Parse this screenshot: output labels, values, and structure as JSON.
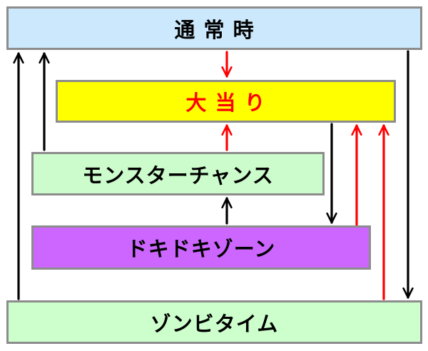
{
  "nodes": {
    "normal": {
      "label": "通 常 時",
      "fill": "#cce8fc",
      "text_color": "#000000"
    },
    "bonus": {
      "label": "大 当 り",
      "fill": "#ffff00",
      "text_color": "#ff0000"
    },
    "monster": {
      "label": "モンスターチャンス",
      "fill": "#ccfccc",
      "text_color": "#000000"
    },
    "doki": {
      "label": "ドキドキゾーン",
      "fill": "#cc66ff",
      "text_color": "#000000"
    },
    "zombie": {
      "label": "ゾンビタイム",
      "fill": "#ccffcc",
      "text_color": "#000000"
    }
  },
  "edges": [
    {
      "from": "normal",
      "to": "bonus",
      "color": "#ff0000"
    },
    {
      "from": "monster",
      "to": "bonus",
      "color": "#ff0000"
    },
    {
      "from": "doki",
      "to": "monster",
      "color": "#000000"
    },
    {
      "from": "bonus",
      "to": "doki",
      "color": "#000000"
    },
    {
      "from": "doki",
      "to": "bonus",
      "color": "#ff0000"
    },
    {
      "from": "zombie",
      "to": "bonus",
      "color": "#ff0000"
    },
    {
      "from": "normal",
      "to": "zombie",
      "color": "#000000"
    },
    {
      "from": "zombie",
      "to": "normal",
      "color": "#000000"
    },
    {
      "from": "monster",
      "to": "normal",
      "color": "#000000"
    }
  ]
}
